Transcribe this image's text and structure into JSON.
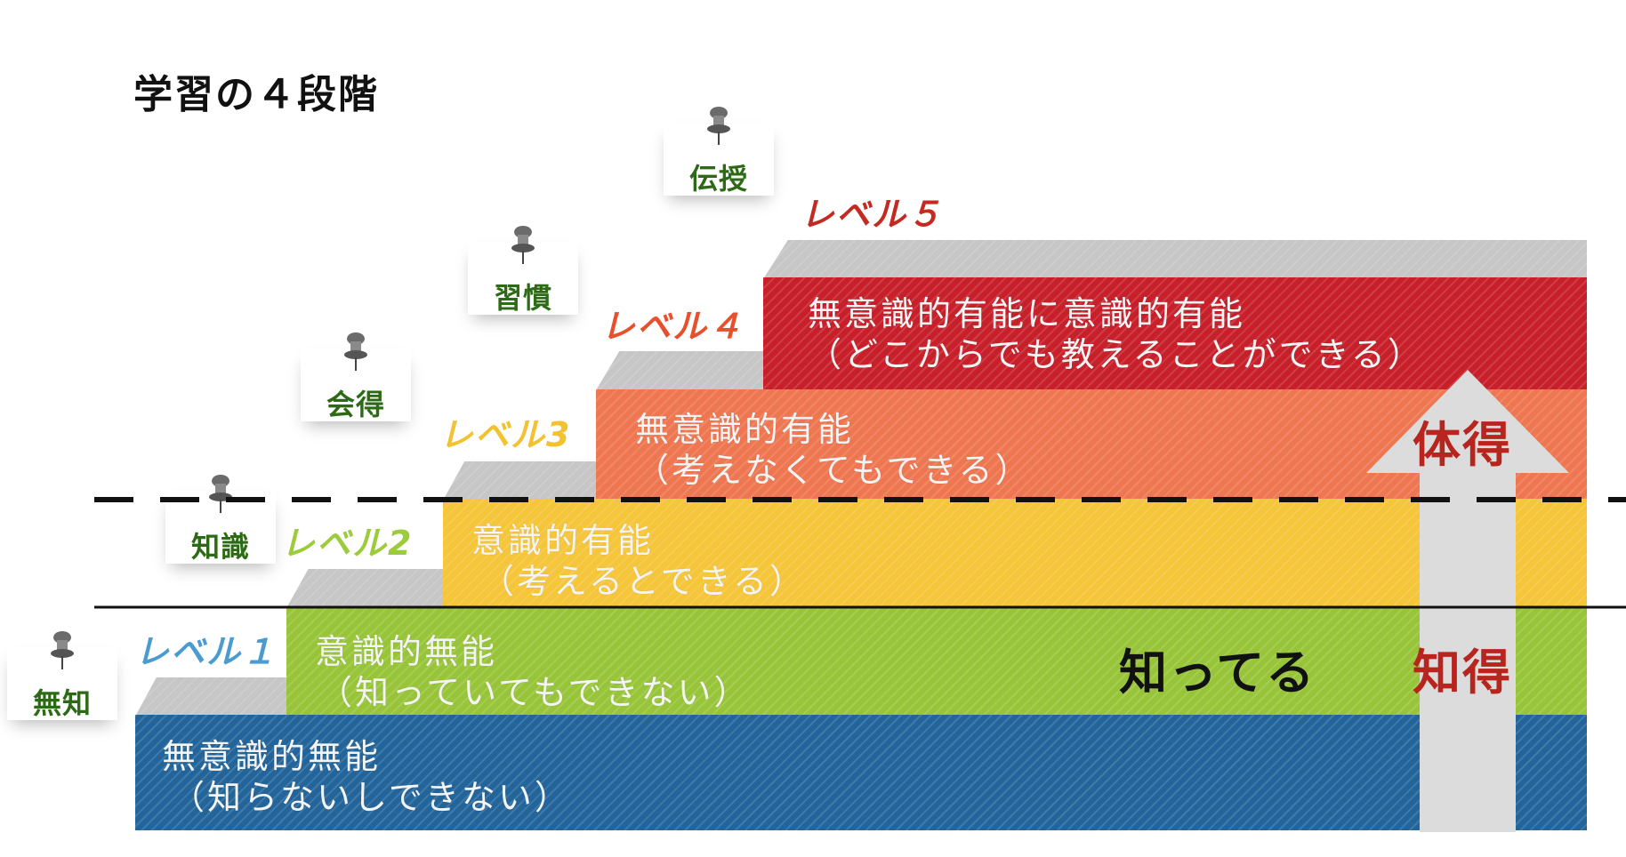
{
  "title": "学習の４段階",
  "layers": [
    {
      "line1": "無意識的無能",
      "line2": "（知らないしできない）",
      "color": "#23659a"
    },
    {
      "line1": "意識的無能",
      "line2": "（知っていてもできない）",
      "color": "#98c43a"
    },
    {
      "line1": "意識的有能",
      "line2": "（考えるとできる）",
      "color": "#f5c53a"
    },
    {
      "line1": "無意識的有能",
      "line2": "（考えなくてもできる）",
      "color": "#ee7650"
    },
    {
      "line1": "無意識的有能に意識的有能",
      "line2": "（どこからでも教えることができる）",
      "color": "#c7202a"
    }
  ],
  "levels": [
    {
      "label": "レベル１",
      "color": "#4a9bd0"
    },
    {
      "label": "レベル2",
      "color": "#9ccc3c"
    },
    {
      "label": "レベル3",
      "color": "#f2c231"
    },
    {
      "label": "レベル４",
      "color": "#e84f2c"
    },
    {
      "label": "レベル５",
      "color": "#c42a21"
    }
  ],
  "notes": [
    "無知",
    "知識",
    "会得",
    "習慣",
    "伝授"
  ],
  "labels": {
    "know": "知ってる",
    "chitoku": "知得",
    "taitoku": "体得"
  },
  "colors": {
    "step_top": "#c6c6c6",
    "arrow": "#dcdcdc",
    "note_text": "#2d6a15",
    "accent_red": "#b8251e"
  }
}
